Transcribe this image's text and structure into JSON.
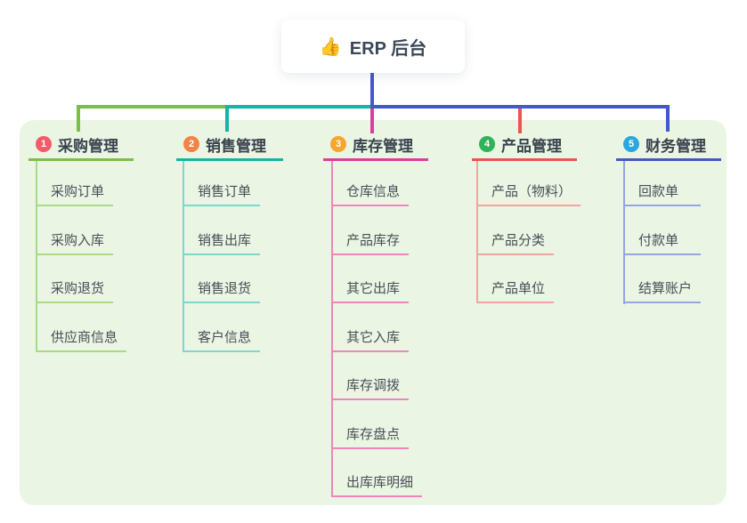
{
  "root": {
    "icon": "👍",
    "label": "ERP 后台"
  },
  "branches": [
    {
      "number": "1",
      "label": "采购管理",
      "children": [
        "采购订单",
        "采购入库",
        "采购退货",
        "供应商信息"
      ]
    },
    {
      "number": "2",
      "label": "销售管理",
      "children": [
        "销售订单",
        "销售出库",
        "销售退货",
        "客户信息"
      ]
    },
    {
      "number": "3",
      "label": "库存管理",
      "children": [
        "仓库信息",
        "产品库存",
        "其它出库",
        "其它入库",
        "库存调拨",
        "库存盘点",
        "出库库明细"
      ]
    },
    {
      "number": "4",
      "label": "产品管理",
      "children": [
        "产品（物料）",
        "产品分类",
        "产品单位"
      ]
    },
    {
      "number": "5",
      "label": "财务管理",
      "children": [
        "回款单",
        "付款单",
        "结算账户"
      ]
    }
  ],
  "colors": {
    "panel_background": "#eaf6e3",
    "root_connector": "#4458c8",
    "branch_purchase": "#7cbe4b",
    "branch_sales": "#16b3a6",
    "branch_inventory": "#e03c9e",
    "branch_product": "#ef5350",
    "branch_finance": "#4458c8",
    "child_purchase": "#abd989",
    "child_sales": "#7fd6cd",
    "child_inventory": "#f383bf",
    "child_product": "#f5a2a0",
    "child_finance": "#93a6e0",
    "badge_1": "#f25b68",
    "badge_2": "#f18347",
    "badge_3": "#f7a52d",
    "badge_4": "#2fb25a",
    "badge_5": "#2aa7dc"
  }
}
